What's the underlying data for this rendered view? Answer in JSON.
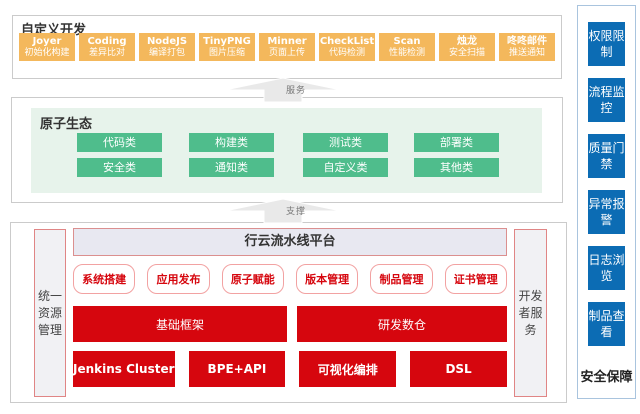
{
  "custom_dev": {
    "title": "自定义开发",
    "tools": [
      {
        "name": "Joyer",
        "desc": "初始化构建"
      },
      {
        "name": "Coding",
        "desc": "差异比对"
      },
      {
        "name": "NodeJS",
        "desc": "编译打包"
      },
      {
        "name": "TinyPNG",
        "desc": "图片压缩"
      },
      {
        "name": "Minner",
        "desc": "页面上传"
      },
      {
        "name": "CheckList",
        "desc": "代码检测"
      },
      {
        "name": "Scan",
        "desc": "性能检测"
      },
      {
        "name": "烛龙",
        "desc": "安全扫描"
      },
      {
        "name": "咚咚邮件",
        "desc": "推送通知"
      }
    ]
  },
  "arrows": {
    "serve_label": "服务",
    "support_label": "支撑"
  },
  "atom_ecosystem": {
    "title": "原子生态",
    "categories": [
      "代码类",
      "构建类",
      "测试类",
      "部署类",
      "安全类",
      "通知类",
      "自定义类",
      "其他类"
    ]
  },
  "platform": {
    "title": "行云流水线平台",
    "left_bar": "统一资源管理",
    "right_bar": "开发者服务",
    "features": [
      "系统搭建",
      "应用发布",
      "原子赋能",
      "版本管理",
      "制品管理",
      "证书管理"
    ],
    "layers": [
      "基础框架",
      "研发数仓"
    ],
    "engines": [
      "Jenkins Cluster",
      "BPE+API",
      "可视化编排",
      "DSL"
    ]
  },
  "assurance": {
    "items": [
      "权限限制",
      "流程监控",
      "质量门禁",
      "异常报警",
      "日志浏览",
      "制品查看"
    ],
    "footer": "安全保障"
  },
  "colors": {
    "tool_orange": "#F4B85C",
    "atom_green": "#4FBD8C",
    "atom_panel_green": "#E7F3EB",
    "platform_red": "#D6060E",
    "assurance_blue": "#0C6CB4",
    "sidebar_border_blue": "#A9C4DE",
    "section_border_gray": "#CBCBCB"
  }
}
